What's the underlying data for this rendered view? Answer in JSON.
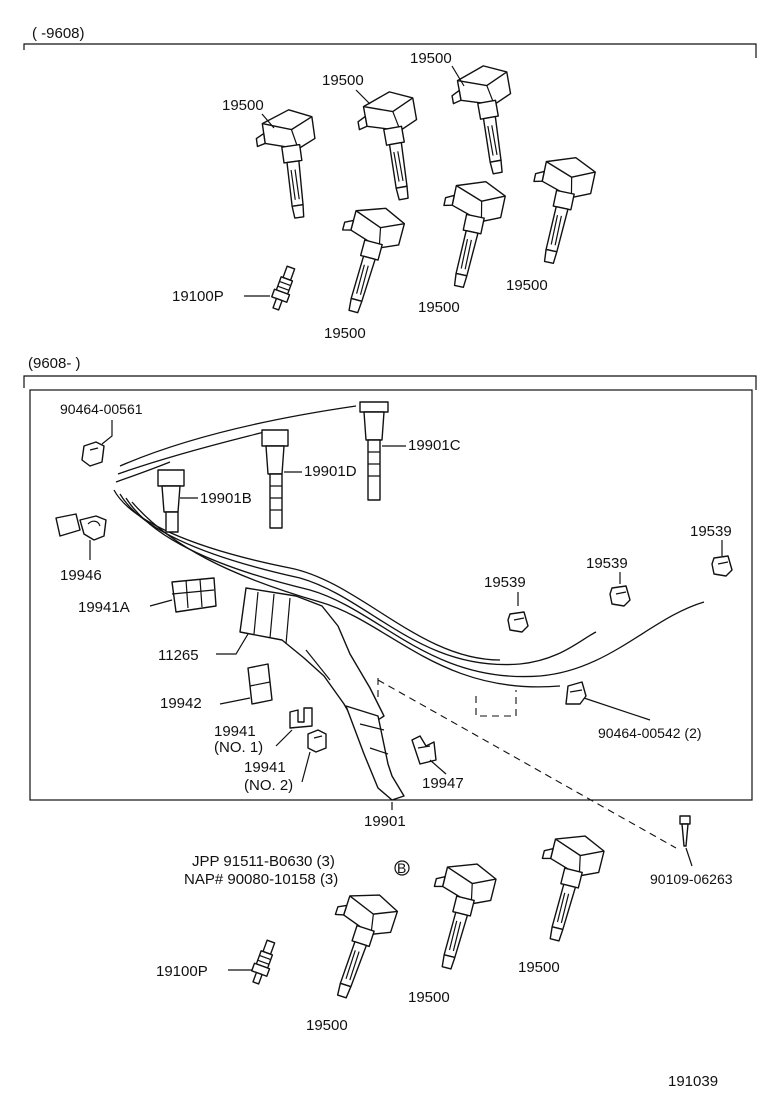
{
  "sections": {
    "top_range": "(      -9608)",
    "bottom_range": "(9608-      )"
  },
  "labels": {
    "c1": "19500",
    "c2": "19500",
    "c3": "19500",
    "c4": "19500",
    "c5": "19500",
    "c6": "19500",
    "plug_top": "19100P",
    "clip_a": "90464-00561",
    "lead_c": "19901C",
    "lead_d": "19901D",
    "lead_b": "19901B",
    "grom1": "19539",
    "grom2": "19539",
    "grom3": "19539",
    "p19946": "19946",
    "p19941a": "19941A",
    "p11265": "11265",
    "p19942": "19942",
    "p19941n1_a": "19941",
    "p19941n1_b": "(NO. 1)",
    "p19941n2_a": "19941",
    "p19941n2_b": "(NO. 2)",
    "p19947": "19947",
    "clip_b": "90464-00542 (2)",
    "set": "19901",
    "bolt": "90109-06263",
    "jpp": "JPP  91511-B0630 (3)",
    "nap": "NAP#  90080-10158 (3)",
    "bolt_mark": "B",
    "bc1": "19500",
    "bc2": "19500",
    "bc3": "19500",
    "plug_bot": "19100P",
    "ref": "191039"
  }
}
